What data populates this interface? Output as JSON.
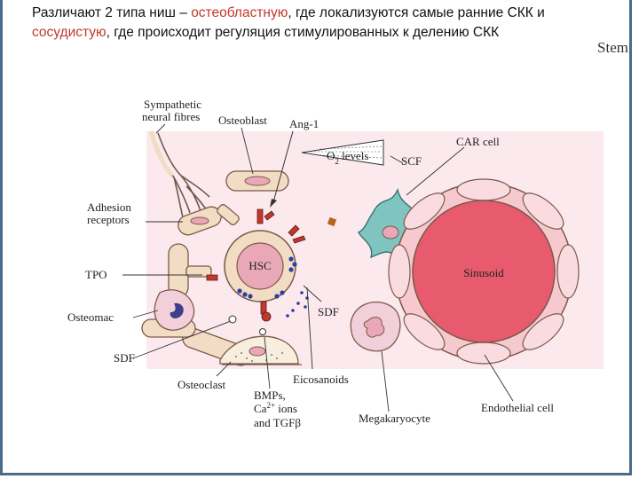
{
  "heading": {
    "part1": "Различают 2 типа ниш – ",
    "osteoblastic": "остеобластную",
    "part2": ", где локализуются самые ранние СКК и ",
    "vascular": "сосудистую",
    "part3": ", где происходит регуляция стимулированных к делению СКК"
  },
  "stem_text": "Stem",
  "labels": {
    "sympathetic_1": "Sympathetic",
    "sympathetic_2": "neural fibres",
    "osteoblast": "Osteoblast",
    "ang1": "Ang-1",
    "o2_levels": "O",
    "o2_sub": "2",
    "o2_rest": " levels",
    "scf": "SCF",
    "car_cell": "CAR cell",
    "adhesion_1": "Adhesion",
    "adhesion_2": "receptors",
    "hsc": "HSC",
    "sinusoid": "Sinusoid",
    "tpo": "TPO",
    "sdf_right": "SDF",
    "osteomac": "Osteomac",
    "sdf_left": "SDF",
    "osteoclast": "Osteoclast",
    "eicosanoids": "Eicosanoids",
    "bmps_1": "BMPs,",
    "bmps_2a": "Ca",
    "bmps_2sup": "2+",
    "bmps_2b": " ions",
    "bmps_3": "and TGFβ",
    "megakaryocyte": "Megakaryocyte",
    "endothelial": "Endothelial cell"
  },
  "colors": {
    "accent_red": "#c0392b",
    "niche_bg": "#fbe9ee",
    "sinusoid_fill": "#e85a6e",
    "car_cell": "#7fc4bf",
    "bone_beige": "#f3dcc4",
    "blue_dots": "#2b3fa0"
  }
}
